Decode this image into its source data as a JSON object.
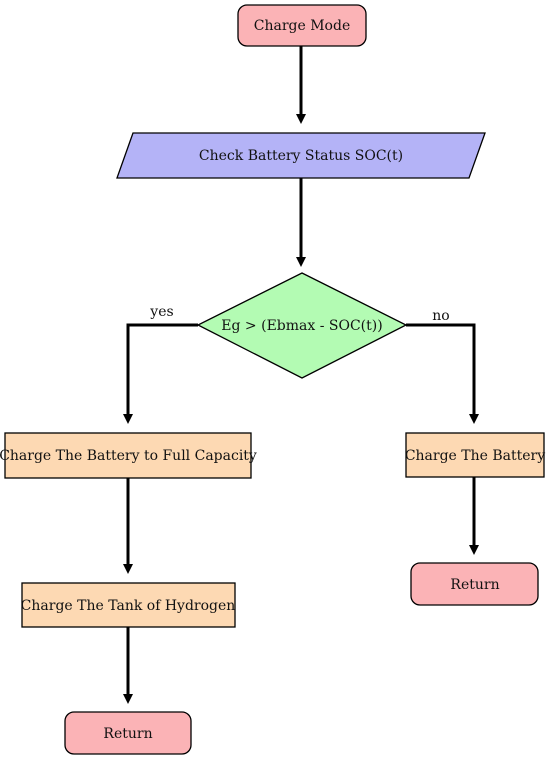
{
  "colors": {
    "terminal": "#fbb3b6",
    "io": "#b4b3f7",
    "decision": "#b3fbb3",
    "process": "#fdd9b3",
    "edge": "#000000"
  },
  "nodes": {
    "start": {
      "label": "Charge Mode"
    },
    "check_status": {
      "label": "Check Battery Status SOC(t)"
    },
    "decision": {
      "label": "Eg > (Ebmax - SOC(t))"
    },
    "charge_full": {
      "label": "Charge The Battery to Full Capacity"
    },
    "charge_battery": {
      "label": "Charge The Battery"
    },
    "charge_tank": {
      "label": "Charge The Tank of Hydrogen"
    },
    "return_left": {
      "label": "Return"
    },
    "return_right": {
      "label": "Return"
    }
  },
  "branches": {
    "yes": "yes",
    "no": "no"
  }
}
